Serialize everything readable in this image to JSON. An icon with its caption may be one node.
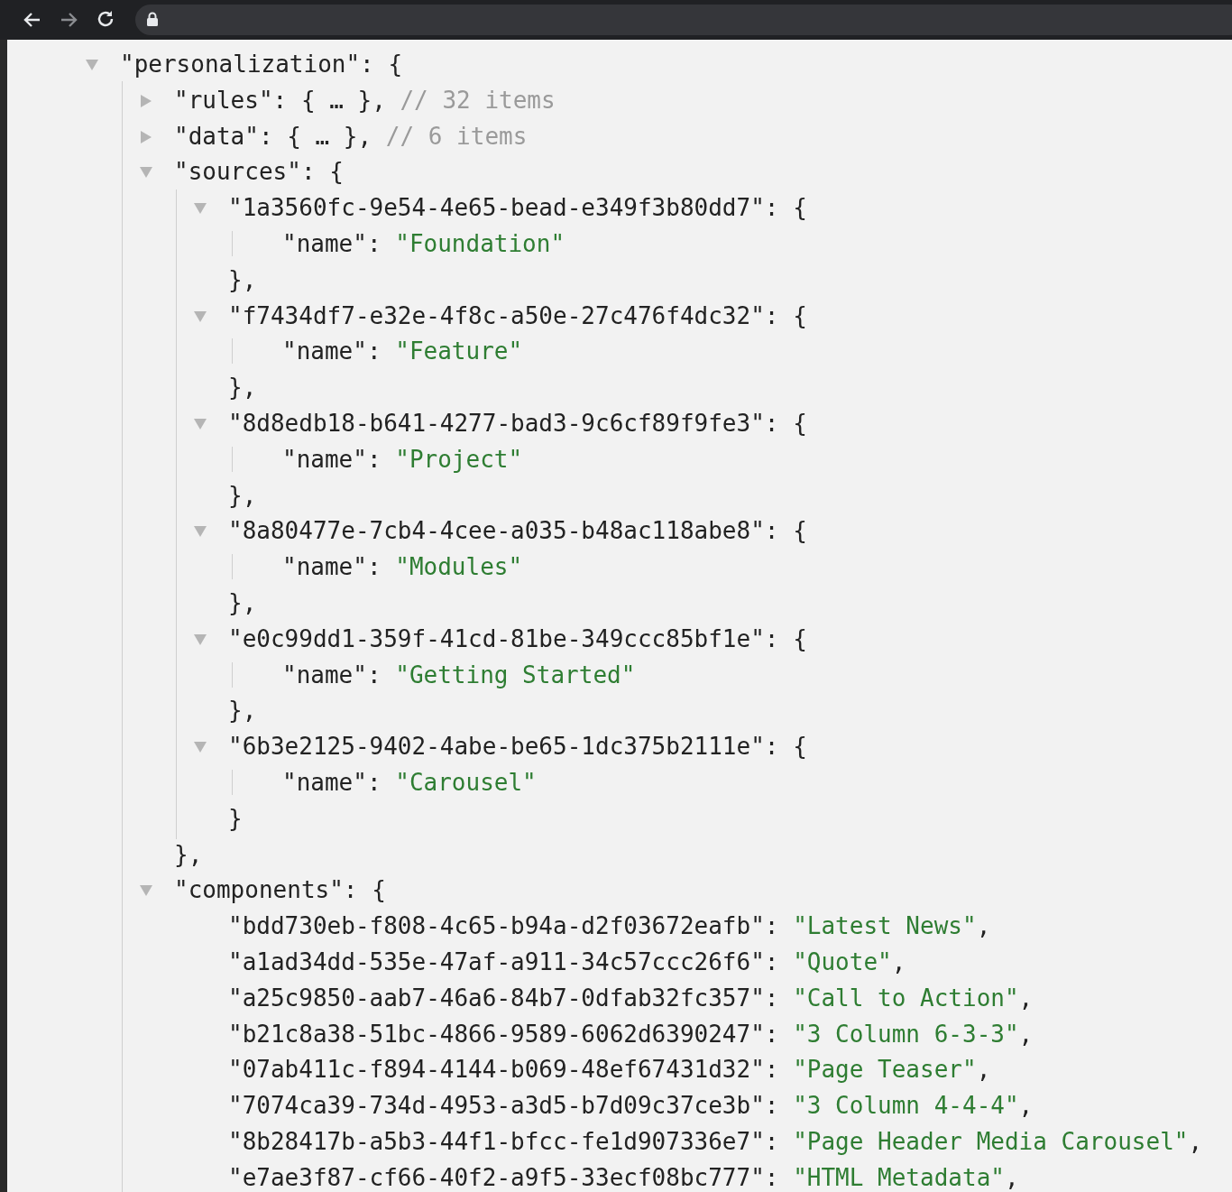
{
  "diagram": {
    "labels": [
      "\"personalization\": {",
      "\"rules\": { … }, // 32 items",
      "\"data\": { … }, // 6 items",
      "\"sources\": {",
      "\"1a3560fc-9e54-4e65-bead-e349f3b80dd7\": {",
      "\"name\": \"Foundation\"",
      "},",
      "\"f7434df7-e32e-4f8c-a50e-27c476f4dc32\": {",
      "\"name\": \"Feature\"",
      "},",
      "\"8d8edb18-b641-4277-bad3-9c6cf89f9fe3\": {",
      "\"name\": \"Project\"",
      "},",
      "\"8a80477e-7cb4-4cee-a035-b48ac118abe8\": {",
      "\"name\": \"Modules\"",
      "},",
      "\"e0c99dd1-359f-41cd-81be-349ccc85bf1e\": {",
      "\"name\": \"Getting Started\"",
      "},",
      "\"6b3e2125-9402-4abe-be65-1dc375b2111e\": {",
      "\"name\": \"Carousel\"",
      "}",
      "},",
      "\"components\": {",
      "\"bdd730eb-f808-4c65-b94a-d2f03672eafb\": \"Latest News\",",
      "\"a1ad34dd-535e-47af-a911-34c57ccc26f6\": \"Quote\",",
      "\"a25c9850-aab7-46a6-84b7-0dfab32fc357\": \"Call to Action\",",
      "\"b21c8a38-51bc-4866-9589-6062d6390247\": \"3 Column 6-3-3\",",
      "\"07ab411c-f894-4144-b069-48ef67431d32\": \"Page Teaser\",",
      "\"7074ca39-734d-4953-a3d5-b7d09c37ce3b\": \"3 Column 4-4-4\",",
      "\"8b28417b-a5b3-44f1-bfcc-fe1d907336e7\": \"Page Header Media Carousel\",",
      "\"e7ae3f87-cf66-40f2-a9f5-33ecf08bc777\": \"HTML Metadata\","
    ]
  }
}
